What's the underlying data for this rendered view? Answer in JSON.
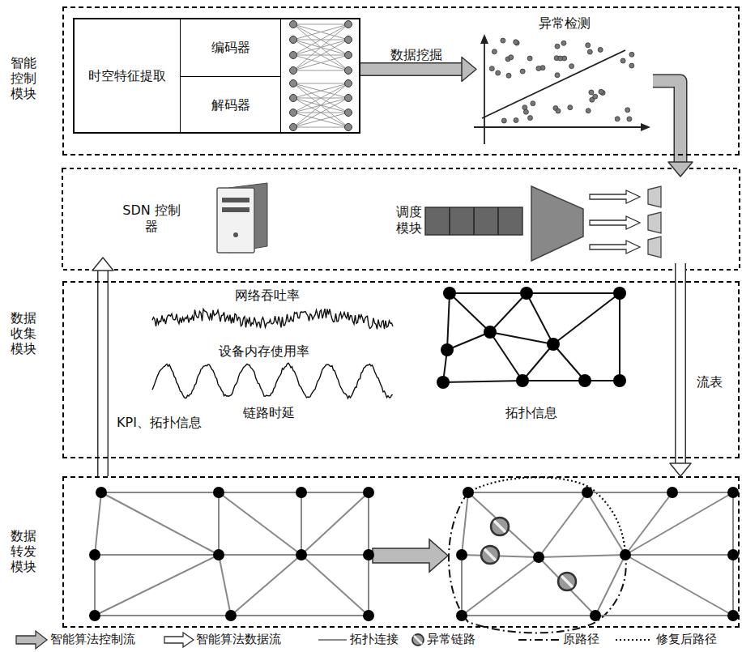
{
  "diagram": {
    "nodes": [
      {
        "text": [
          "智能控制模块"
        ]
      },
      {
        "text": [
          "时空特征提取"
        ],
        "in": 0
      },
      {
        "text": [
          "编码器"
        ],
        "in": 1
      },
      {
        "text": [
          "解码器"
        ],
        "in": 1
      },
      {
        "text": [
          "异常检测"
        ],
        "in": 0
      },
      {
        "text": [
          "SDN 控制器"
        ]
      },
      {
        "text": [
          "调度模块"
        ]
      },
      {
        "text": [
          "数据收集模块"
        ]
      },
      {
        "text": [
          "数据转发模块"
        ]
      }
    ],
    "edges": [
      {
        "from": 1,
        "to": 4,
        "arrow": "to",
        "label": "数据挖掘"
      },
      {
        "from": 4,
        "to": 6,
        "arrow": "to"
      },
      {
        "from": 6,
        "to": 8,
        "arrow": "to",
        "label": "流表"
      },
      {
        "from": 8,
        "to": 5,
        "arrow": "to",
        "label": "KPI、拓扑信息"
      }
    ],
    "labels": [
      "网络吞吐率",
      "设备内存使用率",
      "链路时延",
      "拓扑信息"
    ],
    "legend": [
      {
        "text": "智能算法控制流"
      },
      {
        "text": "智能算法数据流"
      },
      {
        "text": "拓扑连接"
      },
      {
        "text": "异常链路"
      },
      {
        "text": "原路径"
      },
      {
        "text": "修复后路径"
      }
    ]
  }
}
